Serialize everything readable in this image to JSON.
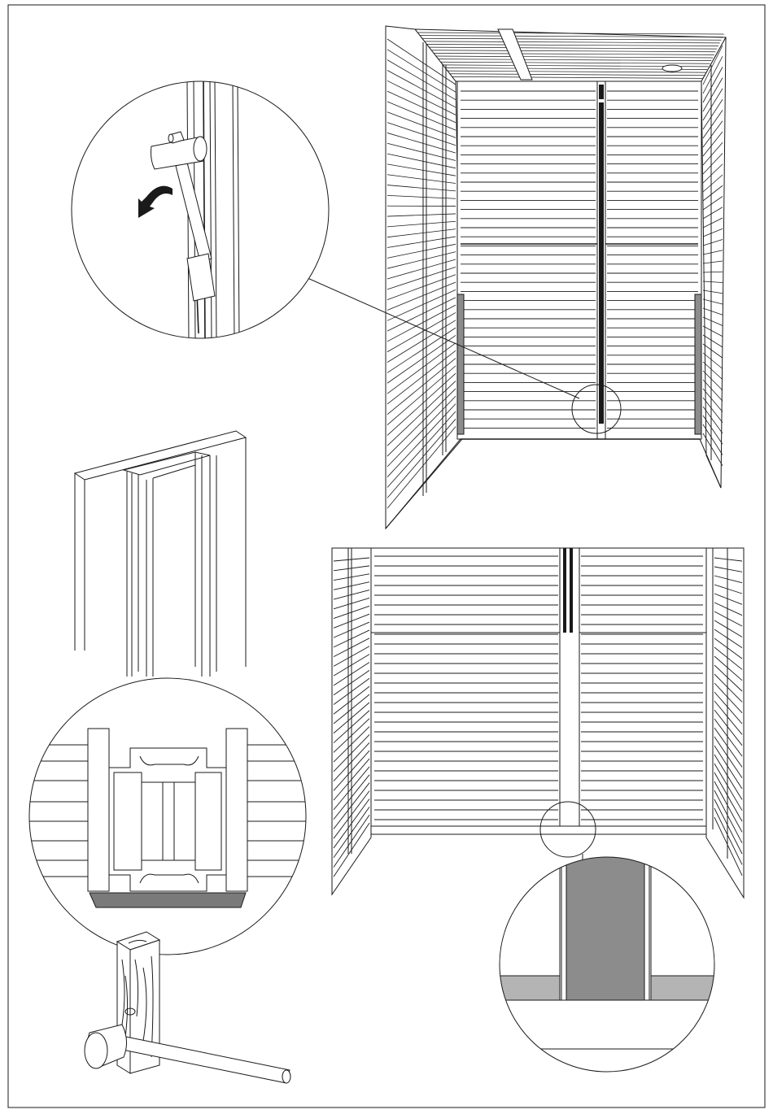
{
  "document": {
    "type": "assembly-instruction-page",
    "steps": [
      {
        "id": "shed-interior-overview",
        "detail": "rubber-mallet-tapping-profile"
      },
      {
        "id": "profile-corner-view"
      },
      {
        "id": "profile-cross-section",
        "detail": "tapping-wood-block-with-mallet"
      },
      {
        "id": "rear-wall-front-view",
        "detail": "profile-meets-floor-rail"
      }
    ],
    "colors": {
      "line": "#1a1a1a",
      "background": "#ffffff",
      "shade": "#8c8c8c",
      "dark_shade": "#7a7a7a",
      "light_shade": "#b4b4b4"
    },
    "icons": [
      "rotate-arrow-icon",
      "rubber-mallet-icon",
      "wood-block-icon"
    ]
  }
}
